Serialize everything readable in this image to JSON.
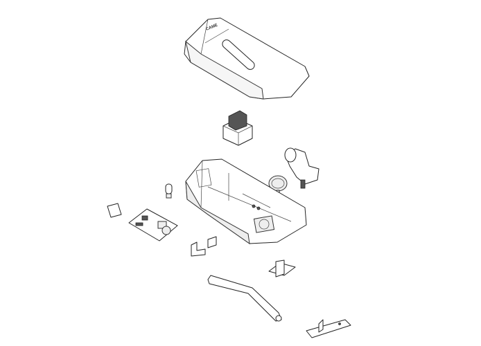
{
  "diagram": {
    "kind": "exploded parts view",
    "cover_logo": "CAME",
    "parts": [
      "cover",
      "transformer",
      "gearmotor",
      "release-knob",
      "base-housing",
      "lamp-bulb",
      "small-plate",
      "control-board",
      "small-brackets",
      "door-bracket",
      "transmission-arm",
      "ceiling-bracket"
    ]
  }
}
